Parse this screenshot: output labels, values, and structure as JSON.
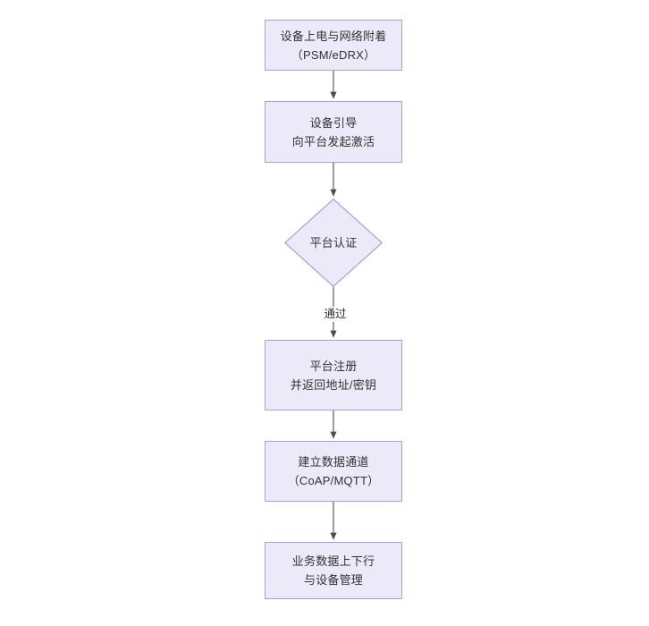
{
  "diagram": {
    "type": "flowchart",
    "orientation": "top-to-bottom",
    "background_color": "#ffffff",
    "node_fill_color": "#ece9f9",
    "node_border_color": "#b19bdd",
    "connector_color": "#4d4d4d",
    "text_color": "#333333",
    "nodes": [
      {
        "id": "power-on",
        "shape": "rectangle",
        "lines": [
          "设备上电与网络附着",
          "（PSM/eDRX）"
        ]
      },
      {
        "id": "bootstrap",
        "shape": "rectangle",
        "lines": [
          "设备引导",
          "向平台发起激活"
        ]
      },
      {
        "id": "platform-auth",
        "shape": "diamond",
        "lines": [
          "平台认证"
        ]
      },
      {
        "id": "platform-register",
        "shape": "rectangle",
        "lines": [
          "平台注册",
          "并返回地址/密钥"
        ]
      },
      {
        "id": "data-channel",
        "shape": "rectangle",
        "lines": [
          "建立数据通道",
          "（CoAP/MQTT）"
        ]
      },
      {
        "id": "service-data",
        "shape": "rectangle",
        "lines": [
          "业务数据上下行",
          "与设备管理"
        ]
      }
    ],
    "edges": [
      {
        "id": "e1",
        "from": "power-on",
        "to": "bootstrap",
        "label": ""
      },
      {
        "id": "e2",
        "from": "bootstrap",
        "to": "platform-auth",
        "label": ""
      },
      {
        "id": "e3",
        "from": "platform-auth",
        "to": "platform-register",
        "label": "通过"
      },
      {
        "id": "e4",
        "from": "platform-register",
        "to": "data-channel",
        "label": ""
      },
      {
        "id": "e5",
        "from": "data-channel",
        "to": "service-data",
        "label": ""
      }
    ]
  }
}
